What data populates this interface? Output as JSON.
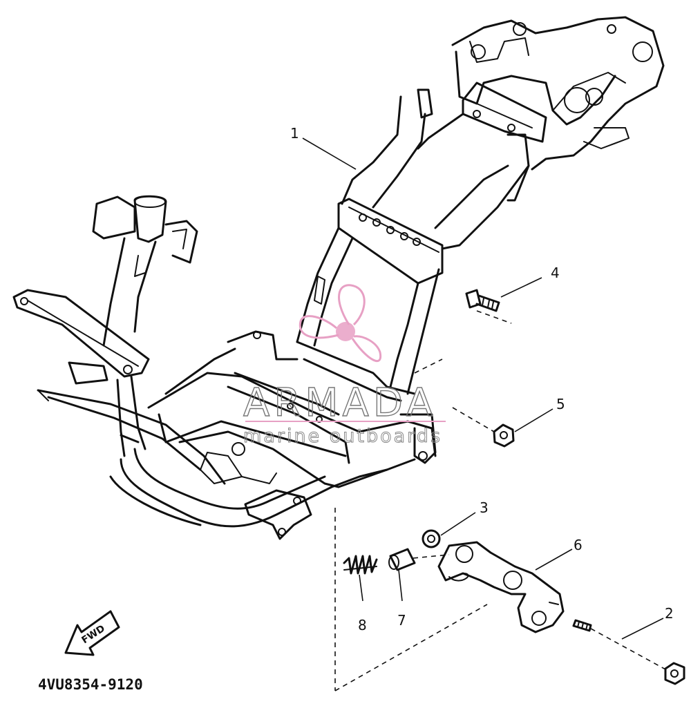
{
  "diagram": {
    "part_number": "4VU8354-9120",
    "direction_label": "FWD",
    "callouts": [
      {
        "id": "callout-1",
        "label": "1"
      },
      {
        "id": "callout-2",
        "label": "2"
      },
      {
        "id": "callout-3",
        "label": "3"
      },
      {
        "id": "callout-4",
        "label": "4"
      },
      {
        "id": "callout-5",
        "label": "5"
      },
      {
        "id": "callout-6",
        "label": "6"
      },
      {
        "id": "callout-7",
        "label": "7"
      },
      {
        "id": "callout-8",
        "label": "8"
      }
    ]
  },
  "watermark": {
    "brand": "ARMADA",
    "tagline": "marine outboards",
    "accent_color": "#e7a0c4"
  }
}
